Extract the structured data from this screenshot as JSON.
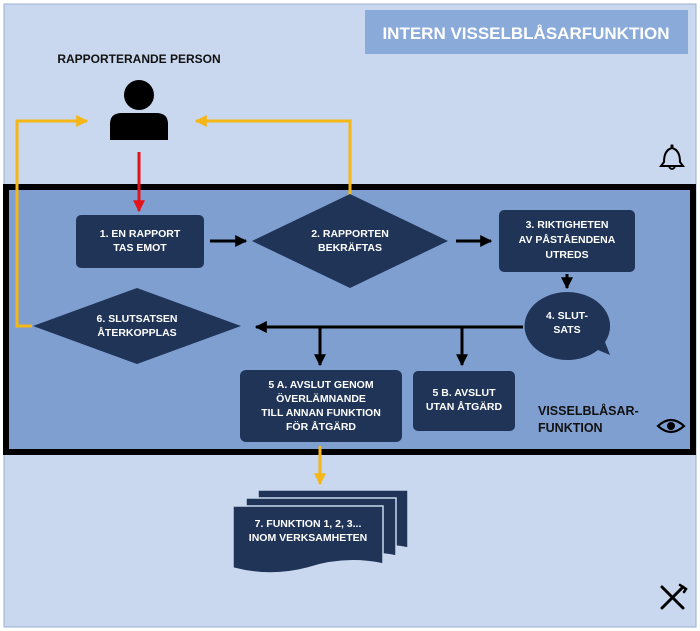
{
  "title": "INTERN VISSELBLÅSARFUNKTION",
  "reporter_label": "RAPPORTERANDE PERSON",
  "function_label": [
    "VISSELBLÅSAR-",
    "FUNKTION"
  ],
  "nodes": {
    "step1": [
      "1. EN RAPPORT",
      "TAS EMOT"
    ],
    "step2": [
      "2. RAPPORTEN",
      "BEKRÄFTAS"
    ],
    "step3": [
      "3. RIKTIGHETEN",
      "AV PÅSTÅENDENA",
      "UTREDS"
    ],
    "step4": [
      "4. SLUT-",
      "SATS"
    ],
    "step5a": [
      "5 A. AVSLUT GENOM",
      "ÖVERLÄMNANDE",
      "TILL ANNAN FUNKTION",
      "FÖR ÅTGÄRD"
    ],
    "step5b": [
      "5 B. AVSLUT",
      "UTAN ÅTGÄRD"
    ],
    "step6": [
      "6. SLUTSATSEN",
      "ÅTERKOPPLAS"
    ],
    "step7": [
      "7. FUNKTION 1, 2, 3...",
      "INOM VERKSAMHETEN"
    ]
  },
  "icons": {
    "person": "person-icon",
    "bell": "bell-icon",
    "eye": "eye-icon",
    "tools": "tools-icon"
  },
  "colors": {
    "outer_bg": "#c9d8ee",
    "inner_bg": "#7f9fd1",
    "node": "#1f3457",
    "frame": "#000000",
    "arrow_yellow": "#f5b617",
    "arrow_red": "#e3131b",
    "title_bg": "#8aaad9"
  }
}
